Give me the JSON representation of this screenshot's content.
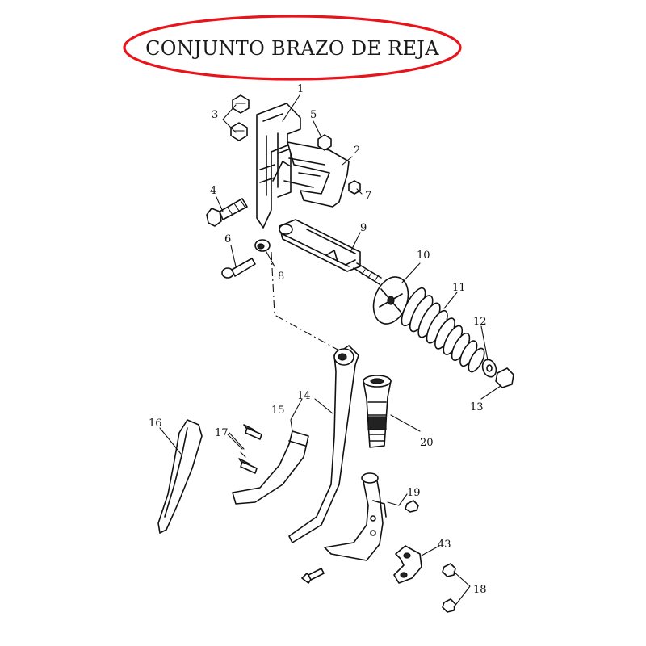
{
  "title": "CONJUNTO BRAZO DE REJA",
  "title_highlight_color": "#e8141c",
  "parts": [
    {
      "id": "p1",
      "label": "1"
    },
    {
      "id": "p2",
      "label": "2"
    },
    {
      "id": "p3",
      "label": "3"
    },
    {
      "id": "p4",
      "label": "4"
    },
    {
      "id": "p5",
      "label": "5"
    },
    {
      "id": "p6",
      "label": "6"
    },
    {
      "id": "p7",
      "label": "7"
    },
    {
      "id": "p8",
      "label": "8"
    },
    {
      "id": "p9",
      "label": "9"
    },
    {
      "id": "p10",
      "label": "10"
    },
    {
      "id": "p11",
      "label": "11"
    },
    {
      "id": "p12",
      "label": "12"
    },
    {
      "id": "p13",
      "label": "13"
    },
    {
      "id": "p14",
      "label": "14"
    },
    {
      "id": "p15",
      "label": "15"
    },
    {
      "id": "p16",
      "label": "16"
    },
    {
      "id": "p17",
      "label": "17"
    },
    {
      "id": "p18",
      "label": "18"
    },
    {
      "id": "p19",
      "label": "19"
    },
    {
      "id": "p20",
      "label": "20"
    },
    {
      "id": "p43",
      "label": "43"
    }
  ]
}
